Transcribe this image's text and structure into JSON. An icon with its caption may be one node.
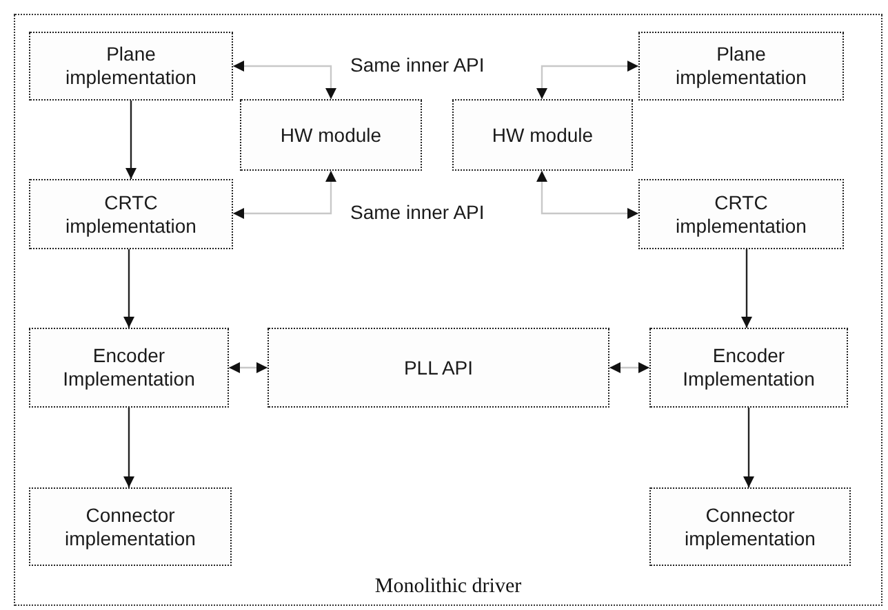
{
  "diagram": {
    "nodes": [
      {
        "text": [
          "Monolithic driver"
        ]
      },
      {
        "text": [
          "Plane implementation"
        ],
        "in": 0
      },
      {
        "text": [
          "HW module"
        ],
        "in": 0
      },
      {
        "text": [
          "HW module"
        ],
        "in": 0
      },
      {
        "text": [
          "Plane implementation"
        ],
        "in": 0
      },
      {
        "text": [
          "CRTC implementation"
        ],
        "in": 0
      },
      {
        "text": [
          "CRTC implementation"
        ],
        "in": 0
      },
      {
        "text": [
          "Encoder Implementation"
        ],
        "in": 0
      },
      {
        "text": [
          "PLL API"
        ],
        "in": 0
      },
      {
        "text": [
          "Encoder Implementation"
        ],
        "in": 0
      },
      {
        "text": [
          "Connector implementation"
        ],
        "in": 0
      },
      {
        "text": [
          "Connector implementation"
        ],
        "in": 0
      }
    ],
    "edges": [
      {
        "from": 1,
        "to": 5,
        "arrow": "to",
        "color": "#222222"
      },
      {
        "from": 1,
        "to": 2,
        "arrow": "both"
      },
      {
        "from": 5,
        "to": 2,
        "arrow": "both"
      },
      {
        "from": 4,
        "to": 3,
        "arrow": "both"
      },
      {
        "from": 6,
        "to": 3,
        "arrow": "both"
      },
      {
        "from": 5,
        "to": 7,
        "arrow": "to",
        "color": "#222222"
      },
      {
        "from": 6,
        "to": 9,
        "arrow": "to",
        "color": "#222222"
      },
      {
        "from": 7,
        "to": 8,
        "arrow": "both"
      },
      {
        "from": 8,
        "to": 9,
        "arrow": "both"
      },
      {
        "from": 7,
        "to": 10,
        "arrow": "to",
        "color": "#222222"
      },
      {
        "from": 9,
        "to": 11,
        "arrow": "to",
        "color": "#222222"
      }
    ],
    "labels": [
      "Same inner API",
      "Same inner API"
    ]
  }
}
